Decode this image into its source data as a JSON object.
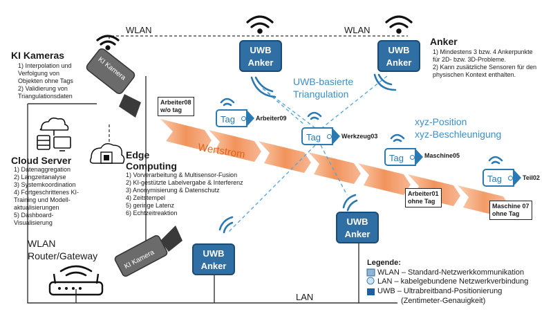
{
  "wlan_top_left": "WLAN",
  "wlan_top_right": "WLAN",
  "lan_label": "LAN",
  "ki_cameras": {
    "title": "KI Kameras",
    "items": [
      "1)  Interpolation und",
      "      Verfolgung von",
      "      Objekten ohne Tags",
      "2)  Validierung von",
      "      Triangulationsdaten"
    ]
  },
  "anker": {
    "title": "Anker",
    "items": [
      "1)  Mindestens 3 bzw. 4 Ankerpunkte",
      "      für 2D- bzw. 3D-Probleme.",
      "2)  Kann zusätzliche Sensoren für den",
      "      physischen Kontext enthalten."
    ]
  },
  "cloud_server": {
    "title": "Cloud Server",
    "items": [
      "1)  Datenaggregation",
      "2)  Langzeitanalyse",
      "3)  Systemkoordination",
      "4)  Fortgeschrittenes KI-",
      "      Training und Modell-",
      "      aktualisierungen",
      "5)  Dashboard-",
      "      Visualisierung"
    ]
  },
  "edge_computing": {
    "title_line1": "Edge",
    "title_line2": "Computing",
    "items": [
      "1)  Vorverarbeitung & Multisensor-Fusion",
      "2)  KI-gestützte Labelvergabe & Interferenz",
      "3)  Anonymisierung & Datenschutz",
      "4)  Zeitstempel",
      "5)  geringe Latenz",
      "6)  Echtzeitreaktion"
    ]
  },
  "gateway": {
    "line1": "WLAN",
    "line2": "Router/Gateway"
  },
  "camera_label": "KI Kamera",
  "anchor_line1": "UWB",
  "anchor_line2": "Anker",
  "tag_word": "Tag",
  "uwb_triangulation": {
    "line1": "UWB-basierte",
    "line2": "Triangulation"
  },
  "xyz": {
    "line1": "xyz-Position",
    "line2": "xyz-Beschleunigung"
  },
  "wertstrom": "Wertstrom",
  "tags": {
    "arbeiter09": "Arbeiter09",
    "werkzeug03": "Werkzeug03",
    "maschine05": "Maschine05",
    "teil02": "Teil02"
  },
  "untagged": {
    "arbeiter08_l1": "Arbeiter08",
    "arbeiter08_l2": "w/o tag",
    "arbeiter01_l1": "Arbeiter01",
    "arbeiter01_l2": "ohne Tag",
    "maschine07_l1": "Maschine 07",
    "maschine07_l2": "ohne Tag"
  },
  "legend": {
    "title": "Legende:",
    "wlan": "WLAN – Standard-Netzwerkkommunikation",
    "lan": "LAN – kabelgebundene Netzwerkverbindung",
    "uwb_l1": "UWB – Ultrabreitband-Positionierung",
    "uwb_l2": "(Zentimeter-Genauigkeit)"
  },
  "colors": {
    "anchor": "#2f6fa3",
    "uwb_text": "#3d8fc6",
    "flow": "#f07d3e",
    "flow_text": "#e0641f"
  },
  "icons": [
    "wifi-icon",
    "camera-icon",
    "cloud-server-icon",
    "edge-chip-icon",
    "router-icon",
    "tag-icon",
    "globe-icon"
  ]
}
